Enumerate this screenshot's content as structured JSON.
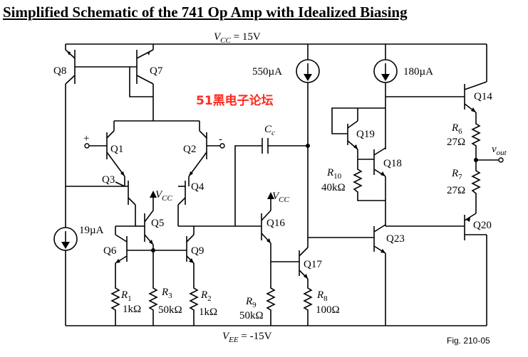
{
  "title": "Simplified Schematic of the 741 Op Amp with Idealized Biasing",
  "figure_label": "Fig. 210-05",
  "watermark": "51黑电子论坛",
  "supplies": {
    "vcc_prefix": "V",
    "vcc_sub": "CC",
    "vcc_value": " = 15V",
    "vee_prefix": "V",
    "vee_sub": "EE",
    "vee_value": " = -15V",
    "local_vcc_prefix": "V",
    "local_vcc_sub": "CC"
  },
  "inputs": {
    "plus": "+",
    "minus": "-"
  },
  "output": {
    "prefix": "v",
    "sub": "out"
  },
  "current_sources": [
    {
      "id": "bias-550",
      "value": "550µA"
    },
    {
      "id": "bias-180",
      "value": "180µA"
    },
    {
      "id": "bias-19",
      "value": "19µA"
    }
  ],
  "capacitor": {
    "prefix": "C",
    "sub": "c"
  },
  "transistors": [
    "Q1",
    "Q2",
    "Q3",
    "Q4",
    "Q5",
    "Q6",
    "Q7",
    "Q8",
    "Q9",
    "Q14",
    "Q16",
    "Q17",
    "Q18",
    "Q19",
    "Q20",
    "Q23"
  ],
  "resistors": [
    {
      "prefix": "R",
      "sub": "1",
      "value": "1kΩ"
    },
    {
      "prefix": "R",
      "sub": "2",
      "value": "1kΩ"
    },
    {
      "prefix": "R",
      "sub": "3",
      "value": "50kΩ"
    },
    {
      "prefix": "R",
      "sub": "6",
      "value": "27Ω"
    },
    {
      "prefix": "R",
      "sub": "7",
      "value": "27Ω"
    },
    {
      "prefix": "R",
      "sub": "8",
      "value": "100Ω"
    },
    {
      "prefix": "R",
      "sub": "9",
      "value": "50kΩ"
    },
    {
      "prefix": "R",
      "sub": "10",
      "value": "40kΩ"
    }
  ]
}
